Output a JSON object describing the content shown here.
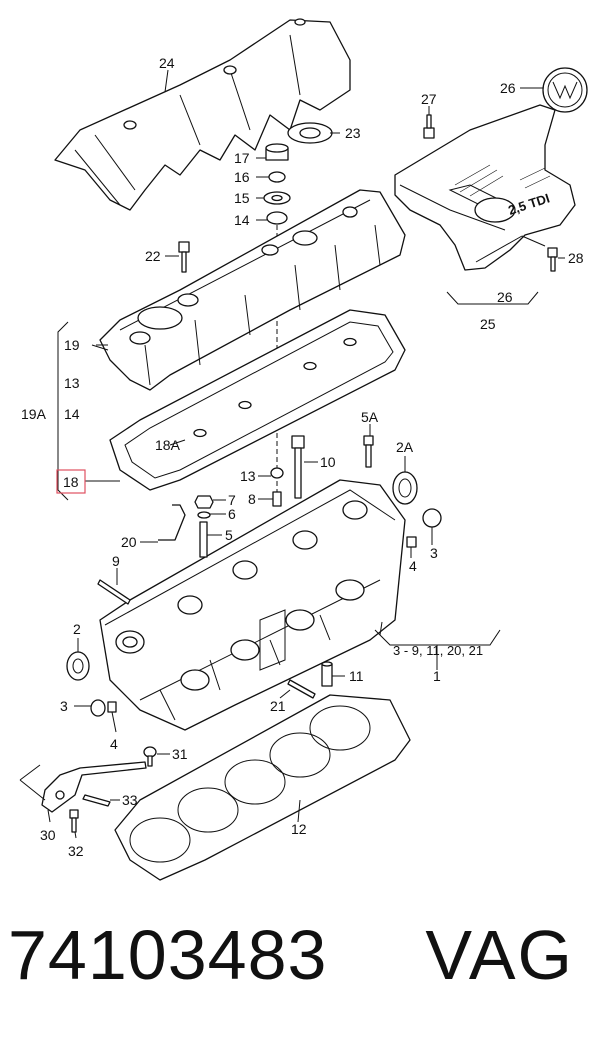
{
  "labels": {
    "l24": "24",
    "l23": "23",
    "l17": "17",
    "l16": "16",
    "l15": "15",
    "l14": "14",
    "l22": "22",
    "l27": "27",
    "l26a": "26",
    "l26b": "26",
    "l25": "25",
    "l28": "28",
    "l19": "19",
    "l13a": "13",
    "l14a": "14",
    "l19A": "19A",
    "l18A": "18A",
    "l18": "18",
    "l13b": "13",
    "l10": "10",
    "l5A": "5A",
    "l2A": "2A",
    "l7": "7",
    "l6": "6",
    "l5": "5",
    "l8": "8",
    "l20": "20",
    "l3a": "3",
    "l4a": "4",
    "l9": "9",
    "l2": "2",
    "lgroup": "3 - 9, 11, 20, 21",
    "l1": "1",
    "l11": "11",
    "l3b": "3",
    "l21": "21",
    "l4b": "4",
    "l31": "31",
    "l33": "33",
    "l12": "12",
    "l30": "30",
    "l32": "32",
    "badge": "2,5 TDI"
  },
  "footer": {
    "part_number": "74103483",
    "brand": "VAG"
  },
  "highlight_color": "#e05060"
}
